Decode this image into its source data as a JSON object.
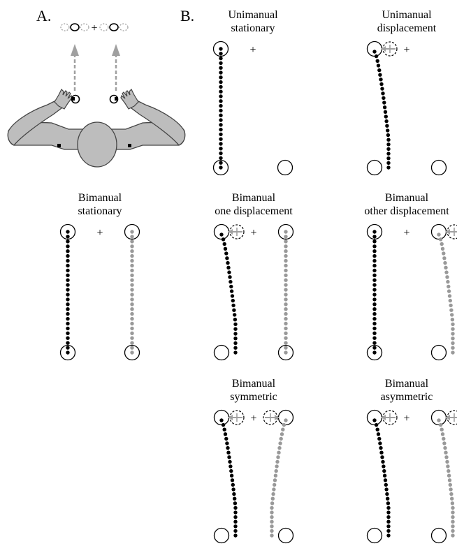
{
  "figure": {
    "panel_a_label": "A.",
    "panel_b_label": "B.",
    "panel_a_plus": "+",
    "colors": {
      "left_hand": "#000000",
      "right_hand": "#999999",
      "body_fill": "#bdbdbd",
      "body_stroke": "#444444",
      "dashed_target": "#9e9e9e",
      "arrow": "#a0a0a0"
    }
  },
  "conditions": [
    {
      "id": "unimanual-stationary",
      "line1": "Unimanual",
      "line2": "stationary",
      "plus": "+",
      "hands": 1,
      "left_displaced": false,
      "right_displaced": false
    },
    {
      "id": "unimanual-displacement",
      "line1": "Unimanual",
      "line2": "displacement",
      "plus": "+",
      "hands": 1,
      "left_displaced": true,
      "right_displaced": false
    },
    {
      "id": "bimanual-stationary",
      "line1": "Bimanual",
      "line2": "stationary",
      "plus": "+",
      "hands": 2,
      "left_displaced": false,
      "right_displaced": false
    },
    {
      "id": "bimanual-one-displacement",
      "line1": "Bimanual",
      "line2": "one displacement",
      "plus": "+",
      "hands": 2,
      "left_displaced": true,
      "right_displaced": false
    },
    {
      "id": "bimanual-other-displacement",
      "line1": "Bimanual",
      "line2": "other displacement",
      "plus": "+",
      "hands": 2,
      "left_displaced": false,
      "right_displaced": true
    },
    {
      "id": "bimanual-symmetric",
      "line1": "Bimanual",
      "line2": "symmetric",
      "plus": "+",
      "hands": 2,
      "left_displaced": true,
      "right_displaced": true,
      "right_direction": "inward"
    },
    {
      "id": "bimanual-asymmetric",
      "line1": "Bimanual",
      "line2": "asymmetric",
      "plus": "+",
      "hands": 2,
      "left_displaced": true,
      "right_displaced": true,
      "right_direction": "outward"
    }
  ]
}
